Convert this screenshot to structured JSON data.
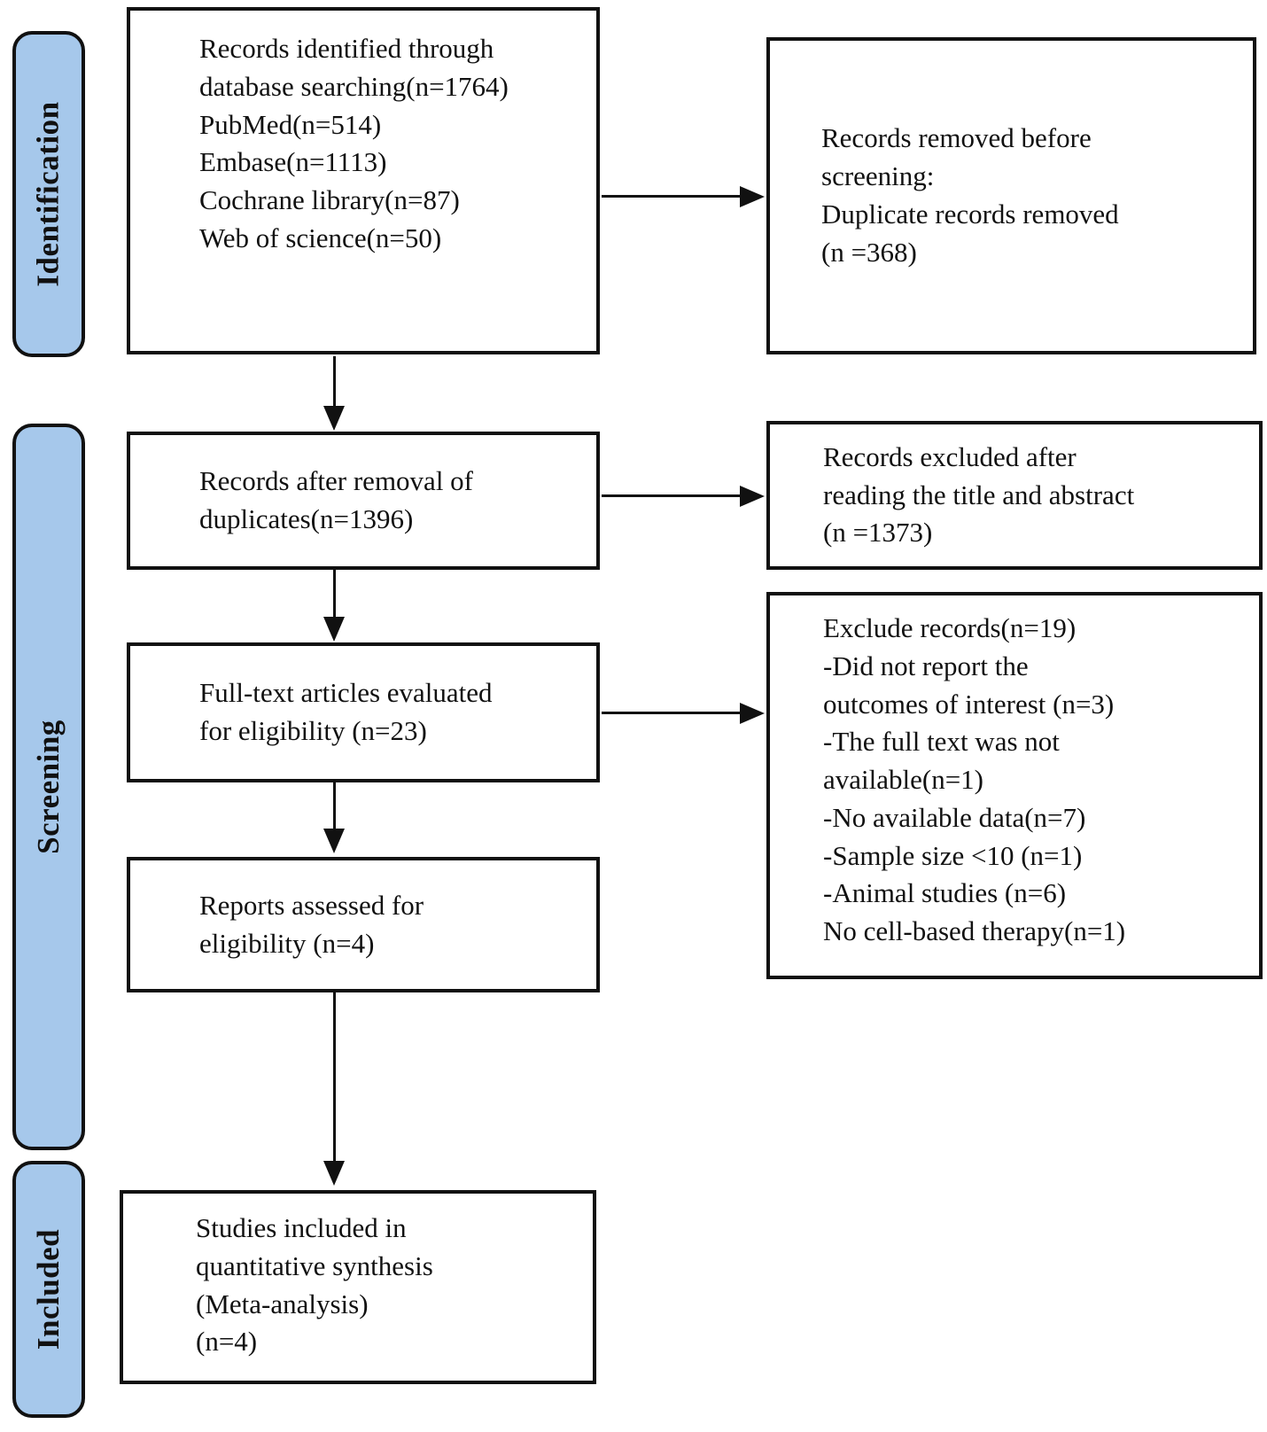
{
  "colors": {
    "background": "#ffffff",
    "stage_fill": "#a6c8eb",
    "stage_border": "#111111",
    "box_border": "#111111",
    "arrow": "#111111"
  },
  "stages": {
    "identification": {
      "label": "Identification"
    },
    "screening": {
      "label": "Screening"
    },
    "included": {
      "label": "Included"
    }
  },
  "boxes": {
    "identified": {
      "lines": [
        "Records identified through",
        "database searching(n=1764)",
        "PubMed(n=514)",
        "Embase(n=1113)",
        "Cochrane library(n=87)",
        "Web of science(n=50)"
      ]
    },
    "removed_before_screening": {
      "lines": [
        "Records removed before",
        "screening:",
        "Duplicate records removed",
        "(n =368)"
      ]
    },
    "after_duplicates": {
      "lines": [
        "Records after removal of",
        "duplicates(n=1396)"
      ]
    },
    "excluded_title_abstract": {
      "lines": [
        "Records excluded after",
        "reading the title and abstract",
        "(n =1373)"
      ]
    },
    "fulltext_evaluated": {
      "lines": [
        "Full-text articles evaluated",
        "for eligibility (n=23)"
      ]
    },
    "excluded_fulltext": {
      "lines": [
        "Exclude records(n=19)",
        "-Did not report the",
        "outcomes of interest (n=3)",
        "-The full text was not",
        "available(n=1)",
        "-No available data(n=7)",
        "-Sample size <10 (n=1)",
        "-Animal studies  (n=6)",
        "No cell-based therapy(n=1)"
      ]
    },
    "reports_assessed": {
      "lines": [
        "Reports assessed for",
        "eligibility (n=4)"
      ]
    },
    "studies_included": {
      "lines": [
        "Studies included in",
        "quantitative synthesis",
        "(Meta-analysis)",
        "(n=4)"
      ]
    }
  }
}
